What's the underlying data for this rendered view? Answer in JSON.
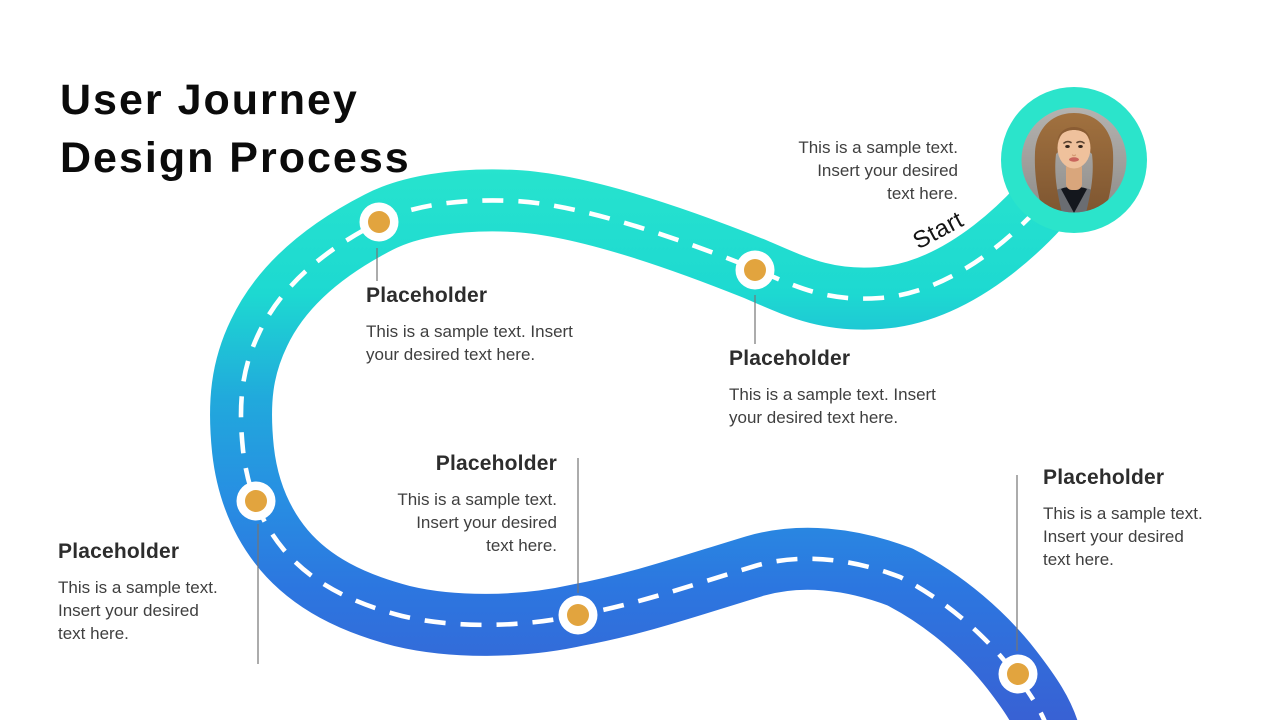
{
  "title": {
    "line1": "User Journey",
    "line2": "Design Process"
  },
  "start": {
    "label": "Start",
    "caption": "This is a sample text. Insert your desired text here.",
    "avatar_icon": "woman-portrait-photo"
  },
  "milestones": [
    {
      "title": "Placeholder",
      "body": "This is a sample text. Insert your desired text here."
    },
    {
      "title": "Placeholder",
      "body": "This is a sample text. Insert your desired text here."
    },
    {
      "title": "Placeholder",
      "body": "This is a sample text. Insert your desired text here."
    },
    {
      "title": "Placeholder",
      "body": "This is a sample text. Insert your desired text here."
    },
    {
      "title": "Placeholder",
      "body": "This is a sample text. Insert your desired text here."
    }
  ],
  "colors": {
    "road_teal": "#2BE4CB",
    "road_blue": "#3A5ED2",
    "road_dash": "#FFFFFF",
    "marker_orange": "#E2A43E",
    "connector_gray": "#757575",
    "title_black": "#0B0B0B",
    "text_gray": "#3F3F3F"
  }
}
